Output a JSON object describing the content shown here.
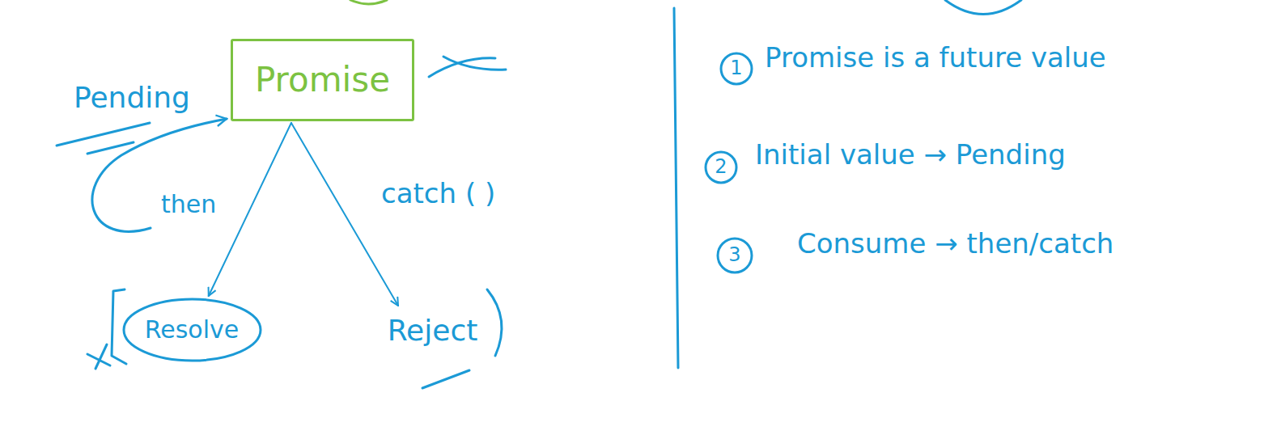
{
  "diagram": {
    "nodes": [
      {
        "text": [
          "Promise"
        ]
      },
      {
        "text": [
          "Resolve"
        ]
      },
      {
        "text": [
          "Reject"
        ]
      }
    ],
    "edges": [
      {
        "from": 0,
        "to": 1,
        "arrow": "to",
        "label": "then"
      },
      {
        "from": 0,
        "to": 2,
        "arrow": "to",
        "label": "catch ( )"
      }
    ],
    "labels": [
      "Pending",
      "1",
      "Promise is a future value",
      "2",
      "Initial value → Pending",
      "3",
      "Consume → then/catch"
    ]
  }
}
